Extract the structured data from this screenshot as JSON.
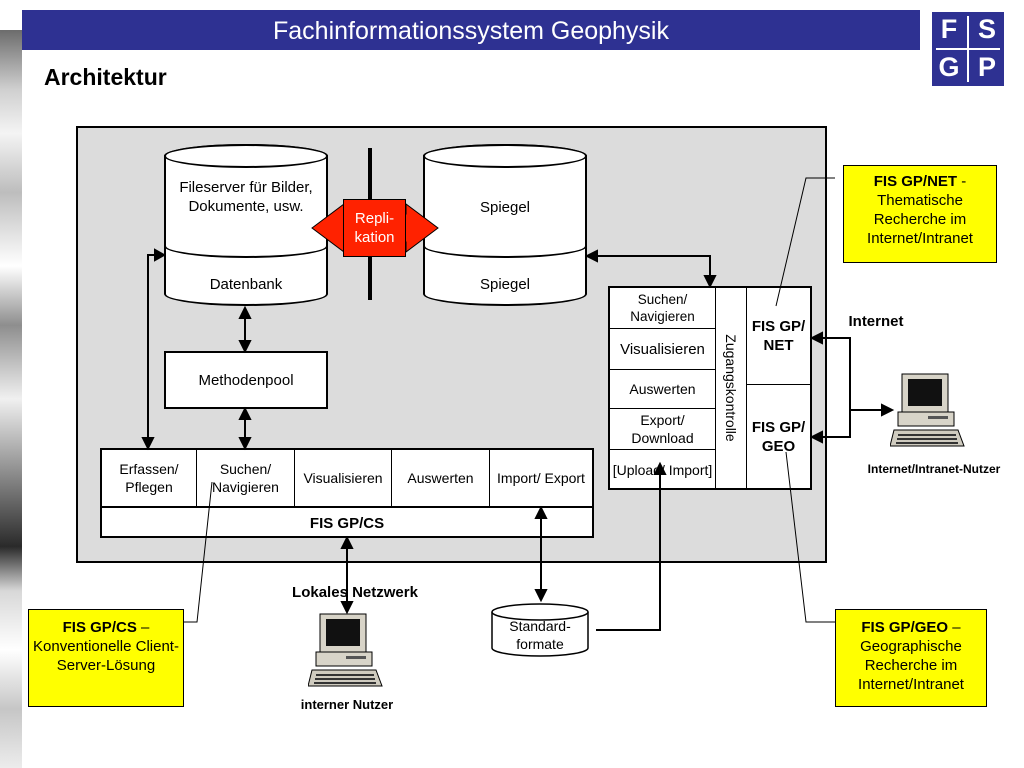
{
  "header": {
    "title": "Fachinformationssystem Geophysik"
  },
  "logo": {
    "top_left": "F",
    "top_right": "S",
    "bottom_left": "G",
    "bottom_right": "P"
  },
  "page": {
    "heading": "Architektur"
  },
  "diagram": {
    "db_left_top": "Fileserver für Bilder, Dokumente, usw.",
    "db_left_bottom": "Datenbank",
    "db_right_top": "Spiegel",
    "db_right_bottom": "Spiegel",
    "replication": "Repli-kation",
    "methodenpool": "Methodenpool",
    "cs_cells": [
      "Erfassen/ Pflegen",
      "Suchen/ Navigieren",
      "Visualisieren",
      "Auswerten",
      "Import/ Export"
    ],
    "cs_label": "FIS GP/CS",
    "net_cells": [
      "Suchen/ Navigieren",
      "Visualisieren",
      "Auswerten",
      "Export/ Download",
      "[Upload/ Import]"
    ],
    "zugang": "Zugangskontrolle",
    "net_label": "FIS GP/ NET",
    "geo_label": "FIS GP/ GEO",
    "internet_label": "Internet",
    "internet_user": "Internet/Intranet-Nutzer",
    "local_network": "Lokales Netzwerk",
    "internal_user": "interner Nutzer",
    "standard_formats": "Standard-formate"
  },
  "callouts": {
    "net": {
      "title": "FIS GP/NET",
      "sep": " -",
      "text": "Thematische Recherche im Internet/Intranet"
    },
    "cs": {
      "title": "FIS GP/CS",
      "sep": " –",
      "text": "Konventionelle Client-Server-Lösung"
    },
    "geo": {
      "title": "FIS GP/GEO",
      "sep": " –",
      "text": "Geographische Recherche im Internet/Intranet"
    }
  },
  "colors": {
    "header_blue": "#2e3192",
    "callout_yellow": "#ffff00",
    "replication_red": "#ff2200",
    "panel_gray": "#dcdcdc"
  }
}
